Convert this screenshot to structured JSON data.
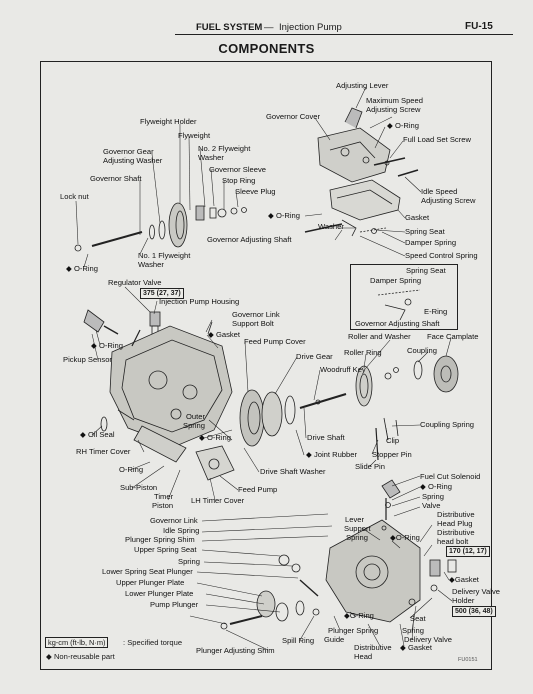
{
  "header": {
    "section": "FUEL SYSTEM",
    "dash": "—",
    "subsection": "Injection Pump",
    "page_number": "FU-15"
  },
  "title": "COMPONENTS",
  "labels": {
    "adjusting_lever": "Adjusting Lever",
    "max_speed_1": "Maximum Speed",
    "max_speed_2": "Adjusting Screw",
    "oring_top": "◆ O-Ring",
    "full_load": "Full Load Set Screw",
    "governor_cover": "Governor Cover",
    "flyweight_holder": "Flyweight Holder",
    "flyweight": "Flyweight",
    "no2_flyweight_1": "No. 2 Flyweight",
    "no2_flyweight_2": "Washer",
    "gov_gear_1": "Governor Gear",
    "gov_gear_2": "Adjusting Washer",
    "gov_sleeve": "Governor Sleeve",
    "stop_ring": "Stop Ring",
    "sleeve_plug": "Sleeve Plug",
    "gov_shaft": "Governor Shaft",
    "lock_nut": "Lock nut",
    "idle_speed_1": "Idle Speed",
    "idle_speed_2": "Adjusting Screw",
    "oring_mid": "◆ O-Ring",
    "washer": "Washer",
    "gasket_top": "Gasket",
    "spring_seat_top": "Spring Seat",
    "gov_adj_shaft": "Governor Adjusting Shaft",
    "damper_spring_top": "Damper Spring",
    "speed_control": "Speed Control Spring",
    "oring_left": "◆ O-Ring",
    "no1_flyweight_1": "No. 1 Flyweight",
    "no1_flyweight_2": "Washer",
    "box_spring_seat": "Spring Seat",
    "box_damper": "Damper Spring",
    "box_ering": "E-Ring",
    "box_gov_adj": "Governor Adjusting Shaft",
    "regulator_valve": "Regulator Valve",
    "injection_housing": "Injection Pump Housing",
    "gov_link_1": "Governor Link",
    "gov_link_2": "Support Bolt",
    "gasket_mid": "◆ Gasket",
    "oring_left2": "◆ O-Ring",
    "pickup_sensor": "Pickup Sensor",
    "feed_cover": "Feed Pump Cover",
    "drive_gear": "Drive Gear",
    "woodruff": "Woodruff Key",
    "roller_washer": "Roller and Washer",
    "face_camplate": "Face Camplate",
    "roller_ring": "Roller Ring",
    "coupling": "Coupling",
    "outer_spring_1": "Outer",
    "outer_spring_2": "Spring",
    "oring_c": "◆ O-Ring",
    "oil_seal": "◆ Oil Seal",
    "rh_timer": "RH Timer Cover",
    "drive_shaft": "Drive Shaft",
    "coupling_spring": "Coupling Spring",
    "joint_rubber": "◆ Joint Rubber",
    "clip": "Clip",
    "stopper_pin": "Stopper Pin",
    "slide_pin": "Slide Pin",
    "oring_low": "O-Ring",
    "drive_shaft_washer": "Drive Shaft Washer",
    "sub_piston": "Sub-Piston",
    "feed_pump": "Feed Pump",
    "timer_piston_1": "Timer",
    "timer_piston_2": "Piston",
    "lh_timer": "LH Timer Cover",
    "fuel_cut": "Fuel Cut Solenoid",
    "oring_fc": "◆ O-Ring",
    "spring_fc": "Spring",
    "valve_fc": "Valve",
    "dist_head_plug_1": "Distributive",
    "dist_head_plug_2": "Head Plug",
    "dist_head_bolt_1": "Distributive",
    "dist_head_bolt_2": "head bolt",
    "gov_link": "Governor Link",
    "idle_spring": "Idle Spring",
    "plunger_spring_shim": "Plunger Spring Shim",
    "upper_spring_seat": "Upper Spring Seat",
    "spring_low": "Spring",
    "lower_spring_seat_plunger": "Lower Spring Seat Plunger",
    "upper_plunger_plate": "Upper Plunger Plate",
    "lower_plunger_plate": "Lower Plunger Plate",
    "pump_plunger": "Pump Plunger",
    "lever_1": "Lever",
    "lever_2": "Support",
    "lever_3": "Spring",
    "oring_d": "◆O-Ring",
    "gasket_right": "◆Gasket",
    "delivery_holder_1": "Delivery Valve",
    "delivery_holder_2": "Holder",
    "seat": "Seat",
    "spring_dv": "Spring",
    "delivery_valve": "Delivery Valve",
    "oring_bottom": "◆O-Ring",
    "plunger_spring_guide_1": "Plunger Spring",
    "plunger_spring_guide_2": "Guide",
    "spill_ring": "Spill Ring",
    "plunger_adj_shim": "Plunger Adjusting Shim",
    "dist_head_1": "Distributive",
    "dist_head_2": "Head",
    "gasket_bottom": "◆ Gasket"
  },
  "torques": {
    "regulator": "375 (27, 37)",
    "dist_bolt": "170 (12, 17)",
    "delivery_holder": "500 (36, 48)"
  },
  "legend": {
    "unit_box": "kg-cm (ft-lb, N·m)",
    "unit_text": ": Specified torque",
    "non_reusable": "◆ Non-reusable part"
  },
  "figure_code": "FU0151"
}
